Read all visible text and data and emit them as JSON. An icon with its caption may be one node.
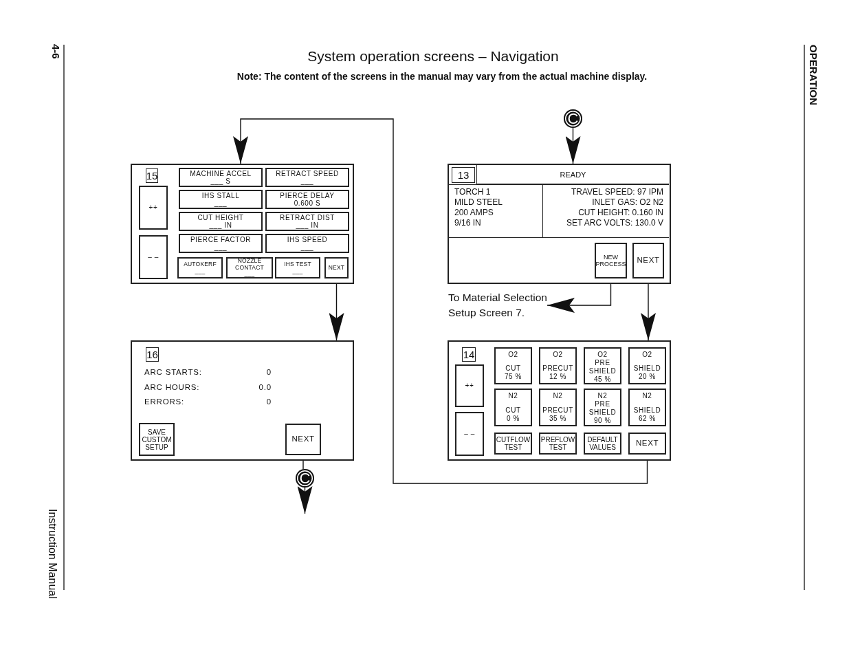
{
  "diagram": {
    "title": "System operation screens – Navigation",
    "nodes": [
      {
        "text": [],
        "shape": "box"
      },
      {
        "text": [
          "15"
        ],
        "in": 0
      },
      {
        "text": [
          "++"
        ],
        "in": 0
      },
      {
        "text": [
          "– –"
        ],
        "in": 0
      },
      {
        "text": [
          "MACHINE ACCEL",
          "___ S"
        ],
        "in": 0
      },
      {
        "text": [
          "RETRACT SPEED",
          "___"
        ],
        "in": 0
      },
      {
        "text": [
          "IHS STALL",
          "___"
        ],
        "in": 0
      },
      {
        "text": [
          "PIERCE DELAY",
          "0.600 S"
        ],
        "in": 0
      },
      {
        "text": [
          "CUT HEIGHT",
          "___ IN"
        ],
        "in": 0
      },
      {
        "text": [
          "RETRACT DIST",
          "___ IN"
        ],
        "in": 0
      },
      {
        "text": [
          "PIERCE FACTOR",
          "___"
        ],
        "in": 0
      },
      {
        "text": [
          "IHS SPEED",
          "___"
        ],
        "in": 0
      },
      {
        "text": [
          "AUTOKERF",
          "___"
        ],
        "in": 0
      },
      {
        "text": [
          "NOZZLE CONTACT",
          "___"
        ],
        "in": 0
      },
      {
        "text": [
          "IHS TEST",
          "___"
        ],
        "in": 0
      },
      {
        "text": [
          "NEXT"
        ],
        "in": 0
      },
      {
        "text": [
          "ARC STARTS:",
          "0",
          "ARC HOURS:",
          "0.0",
          "ERRORS:",
          "0"
        ]
      },
      {
        "text": [
          "16"
        ],
        "in": 16
      },
      {
        "text": [
          "SAVE CUSTOM SETUP"
        ],
        "in": 16
      },
      {
        "text": [
          "NEXT"
        ],
        "in": 16
      },
      {
        "text": [],
        "shape": "box"
      },
      {
        "text": [
          "13"
        ],
        "in": 20
      },
      {
        "text": [
          "READY"
        ],
        "in": 20
      },
      {
        "text": [
          "TORCH 1",
          "MILD STEEL",
          "200 AMPS",
          "9/16 IN"
        ],
        "in": 20
      },
      {
        "text": [
          "TRAVEL SPEED: 97 IPM",
          "INLET GAS: O2 N2",
          "CUT HEIGHT: 0.160 IN",
          "SET ARC VOLTS: 130.0 V"
        ],
        "in": 20
      },
      {
        "text": [
          "NEW PROCESS"
        ],
        "in": 20
      },
      {
        "text": [
          "NEXT"
        ],
        "in": 20
      },
      {
        "text": [],
        "shape": "box"
      },
      {
        "text": [
          "14"
        ],
        "in": 27
      },
      {
        "text": [
          "++"
        ],
        "in": 27
      },
      {
        "text": [
          "– –"
        ],
        "in": 27
      },
      {
        "text": [
          "O2",
          "CUT",
          "75 %"
        ],
        "in": 27
      },
      {
        "text": [
          "O2",
          "PRECUT",
          "12 %"
        ],
        "in": 27
      },
      {
        "text": [
          "O2",
          "PRE SHIELD",
          "45 %"
        ],
        "in": 27
      },
      {
        "text": [
          "O2",
          "SHIELD",
          "20 %"
        ],
        "in": 27
      },
      {
        "text": [
          "N2",
          "CUT",
          "0 %"
        ],
        "in": 27
      },
      {
        "text": [
          "N2",
          "PRECUT",
          "35 %"
        ],
        "in": 27
      },
      {
        "text": [
          "N2",
          "PRE SHIELD",
          "90 %"
        ],
        "in": 27
      },
      {
        "text": [
          "N2",
          "SHIELD",
          "62 %"
        ],
        "in": 27
      },
      {
        "text": [
          "CUTFLOW TEST"
        ],
        "in": 27
      },
      {
        "text": [
          "PREFLOW TEST"
        ],
        "in": 27
      },
      {
        "text": [
          "DEFAULT VALUES"
        ],
        "in": 27
      },
      {
        "text": [
          "NEXT"
        ],
        "in": 27
      },
      {
        "text": [
          "To Material Selection Setup Screen 7."
        ]
      },
      {
        "text": [
          "C"
        ]
      },
      {
        "text": [
          "C"
        ]
      }
    ],
    "edges": [
      {
        "from": 15,
        "to": 16,
        "arrow": "to"
      },
      {
        "from": 19,
        "to": 45,
        "arrow": "none"
      },
      {
        "from": 45,
        "to": null,
        "arrow": "to"
      },
      {
        "from": 44,
        "to": 20,
        "arrow": "to"
      },
      {
        "from": 42,
        "to": 0,
        "arrow": "to"
      },
      {
        "from": 25,
        "to": 43,
        "arrow": "to"
      },
      {
        "from": 26,
        "to": 27,
        "arrow": "to"
      }
    ],
    "labels": [
      "Note: The content of the screens in the manual may vary from the actual machine display.",
      "4-6",
      "Instruction Manual",
      "OPERATION"
    ]
  }
}
